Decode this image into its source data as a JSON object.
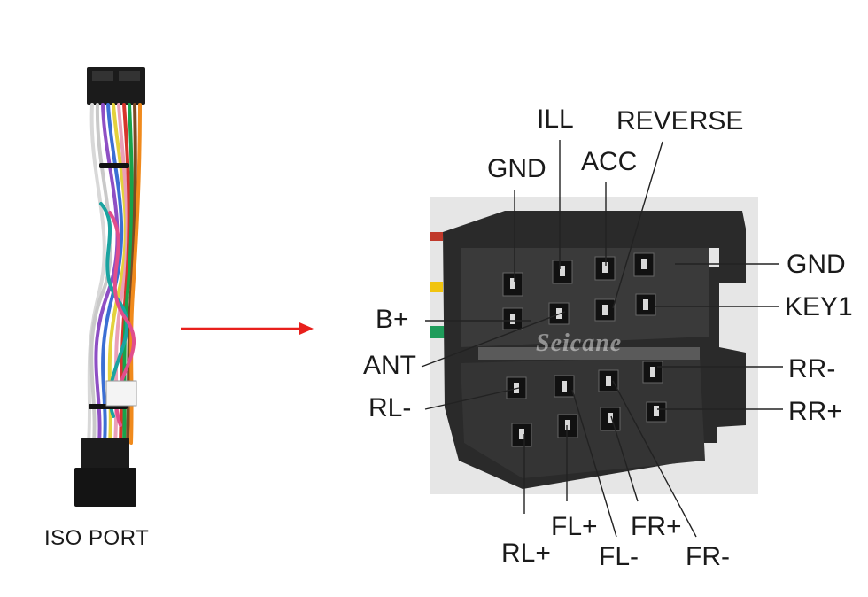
{
  "harness": {
    "caption": "ISO PORT"
  },
  "connector": {
    "watermark": "Seicane",
    "pins": {
      "gnd_top": "GND",
      "ill": "ILL",
      "acc": "ACC",
      "reverse": "REVERSE",
      "gnd_right": "GND",
      "key1": "KEY1",
      "b_plus": "B+",
      "ant": "ANT",
      "rl_minus": "RL-",
      "rr_minus": "RR-",
      "rr_plus": "RR+",
      "rl_plus": "RL+",
      "fl_plus": "FL+",
      "fl_minus": "FL-",
      "fr_plus": "FR+",
      "fr_minus": "FR-"
    }
  },
  "colors": {
    "arrow": "#e8201c",
    "connector_body": "#2a2a2a",
    "leader": "#222222"
  }
}
